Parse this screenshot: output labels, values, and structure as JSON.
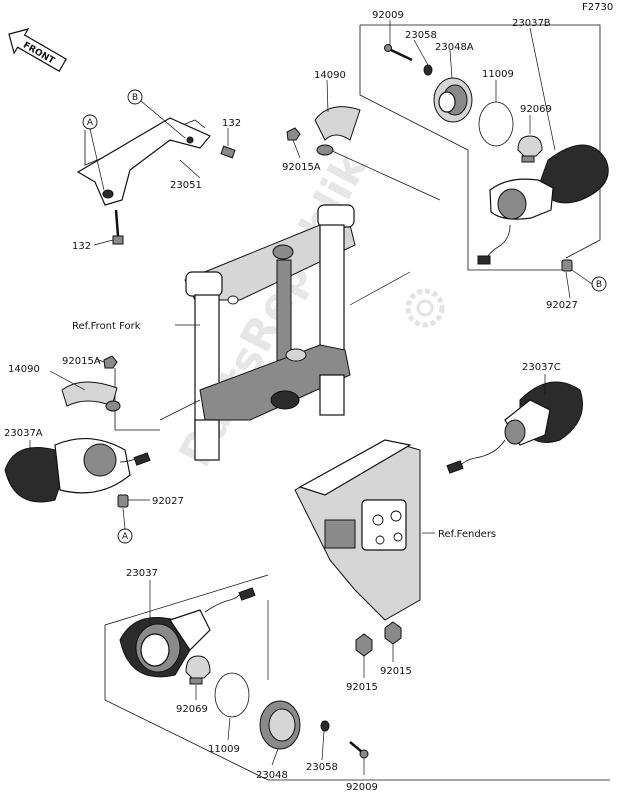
{
  "figure_id": "F2730",
  "front_arrow": "FRONT",
  "watermark": "PartsRepublik",
  "labels": {
    "p92009_top": "92009",
    "p23058_top": "23058",
    "p23048A": "23048A",
    "p23037B": "23037B",
    "p11009_top": "11009",
    "p92069_top": "92069",
    "p14090_top": "14090",
    "p92015A_top": "92015A",
    "p132_top": "132",
    "p23051": "23051",
    "p132_bottom": "132",
    "p92027_right": "92027",
    "p92015A_left": "92015A",
    "p14090_left": "14090",
    "p23037A": "23037A",
    "p92027_left": "92027",
    "p23037C": "23037C",
    "p23037": "23037",
    "p92069_bottom": "92069",
    "p11009_bottom": "11009",
    "p23048": "23048",
    "p23058_bottom": "23058",
    "p92009_bottom": "92009",
    "p92015_a": "92015",
    "p92015_b": "92015"
  },
  "refs": {
    "front_fork": "Ref.Front Fork",
    "fenders": "Ref.Fenders"
  },
  "callouts": {
    "a_top": "A",
    "b_top": "B",
    "b_right": "B",
    "a_bottom": "A"
  }
}
